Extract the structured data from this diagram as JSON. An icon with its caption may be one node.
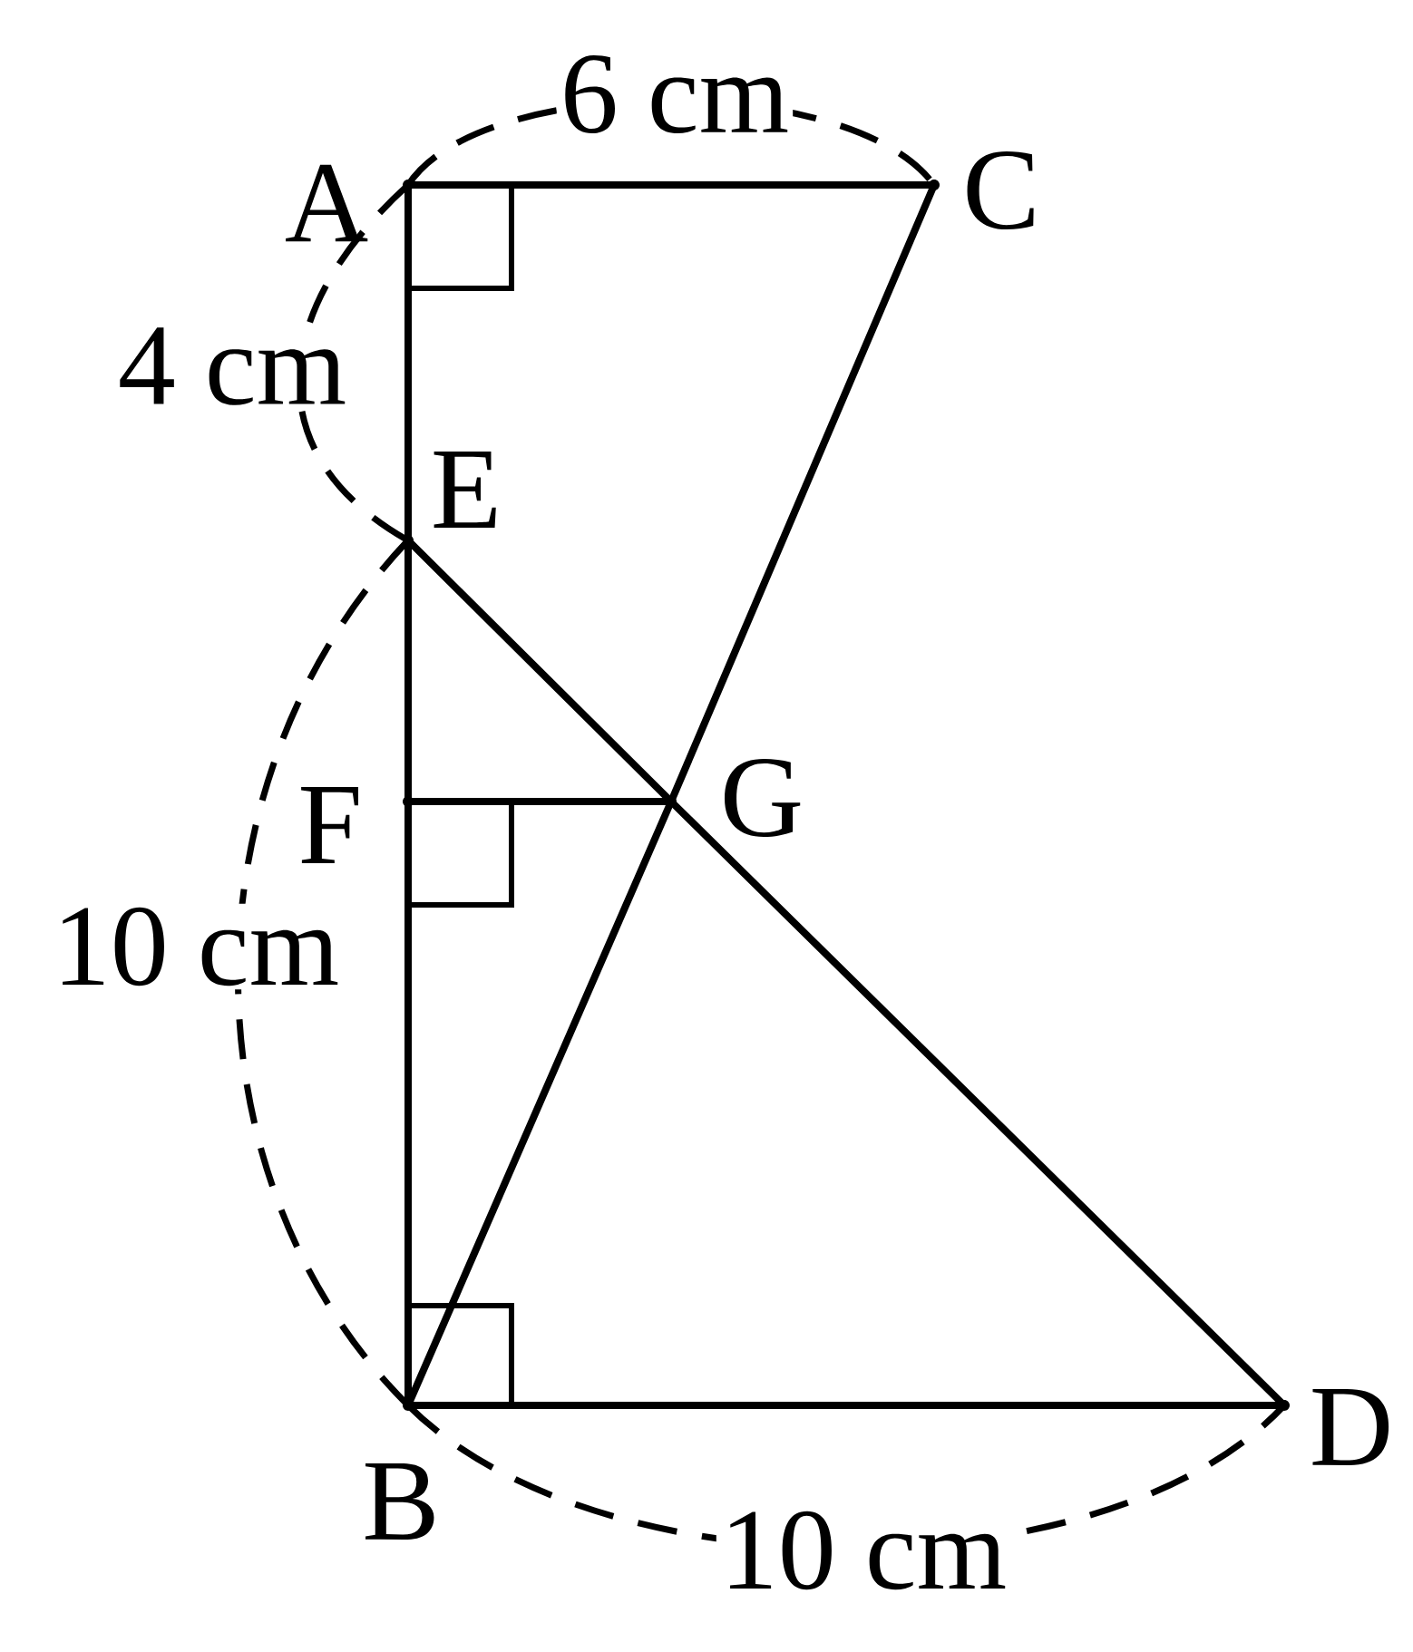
{
  "diagram": {
    "nodes": [
      {
        "text": [],
        "shape": "point",
        "beside": [
          "A"
        ]
      },
      {
        "text": [],
        "shape": "point",
        "beside": [
          "C"
        ]
      },
      {
        "text": [],
        "shape": "point",
        "beside": [
          "E"
        ]
      },
      {
        "text": [],
        "shape": "point",
        "beside": [
          "F"
        ]
      },
      {
        "text": [],
        "shape": "point",
        "beside": [
          "G"
        ]
      },
      {
        "text": [],
        "shape": "point",
        "beside": [
          "B"
        ]
      },
      {
        "text": [],
        "shape": "point",
        "beside": [
          "D"
        ]
      }
    ],
    "edges": [
      {
        "from": 0,
        "to": 1,
        "arrow": "none"
      },
      {
        "from": 0,
        "to": 2,
        "arrow": "none"
      },
      {
        "from": 2,
        "to": 3,
        "arrow": "none"
      },
      {
        "from": 3,
        "to": 5,
        "arrow": "none"
      },
      {
        "from": 1,
        "to": 4,
        "arrow": "none"
      },
      {
        "from": 4,
        "to": 5,
        "arrow": "none"
      },
      {
        "from": 2,
        "to": 4,
        "arrow": "none"
      },
      {
        "from": 4,
        "to": 6,
        "arrow": "none"
      },
      {
        "from": 3,
        "to": 4,
        "arrow": "none"
      },
      {
        "from": 5,
        "to": 6,
        "arrow": "none"
      }
    ],
    "labels": [
      "6 cm",
      "4 cm",
      "10 cm",
      "10 cm"
    ]
  }
}
